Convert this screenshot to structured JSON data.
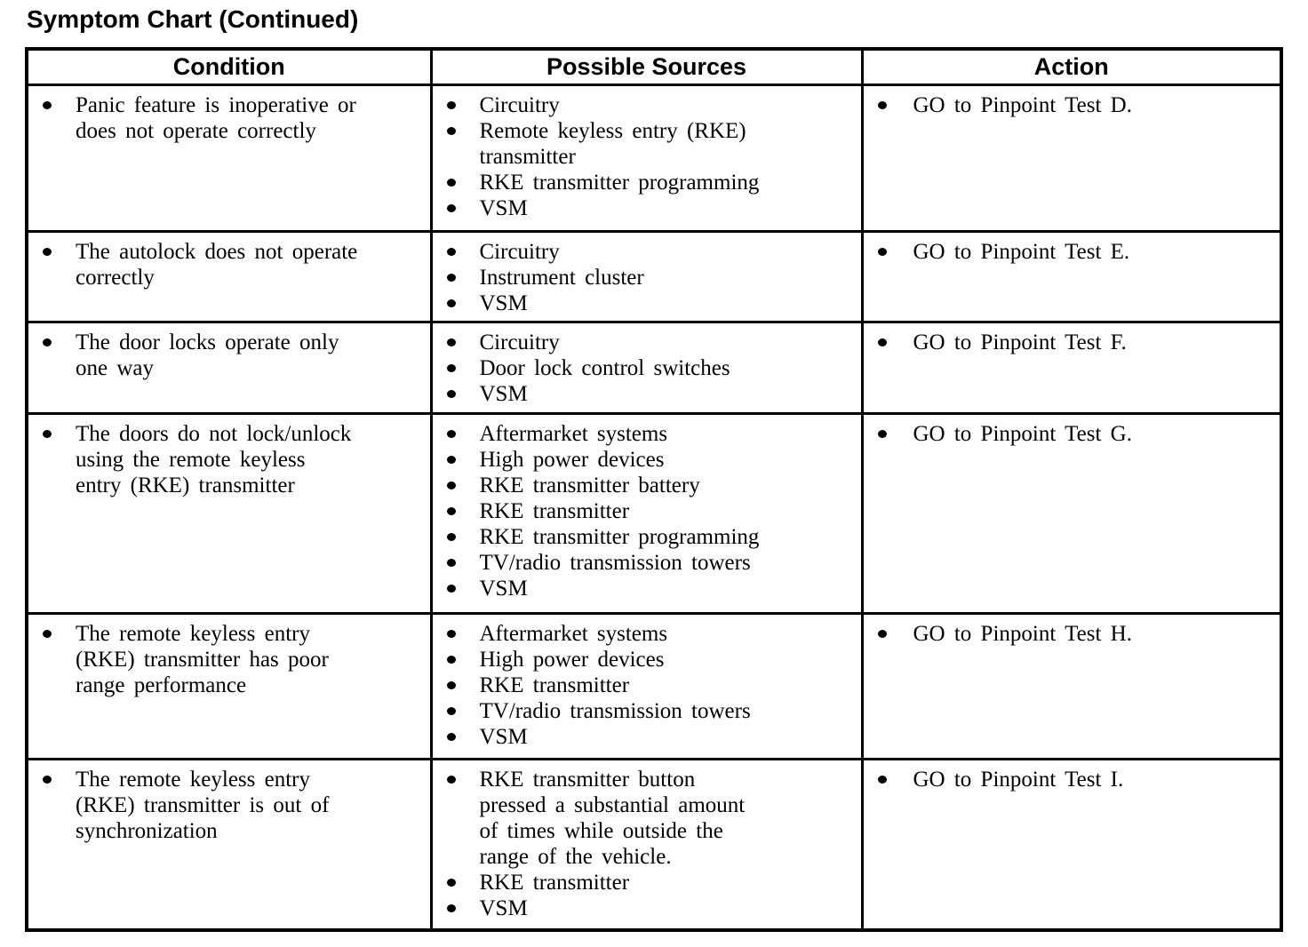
{
  "page": {
    "title": "Symptom Chart (Continued)"
  },
  "colors": {
    "text": "#000000",
    "background": "#ffffff",
    "table_border": "#000000"
  },
  "icons": {
    "bullet": "filled-circle"
  },
  "table": {
    "headers": [
      "Condition",
      "Possible Sources",
      "Action"
    ],
    "rows": [
      {
        "condition": [
          "Panic feature is inoperative or\ndoes not operate correctly"
        ],
        "sources": [
          "Circuitry",
          "Remote keyless entry (RKE)\ntransmitter",
          "RKE transmitter programming",
          "VSM"
        ],
        "action": [
          "GO to Pinpoint Test D."
        ]
      },
      {
        "condition": [
          "The autolock does not operate\ncorrectly"
        ],
        "sources": [
          "Circuitry",
          "Instrument cluster",
          "VSM"
        ],
        "action": [
          "GO to Pinpoint Test E."
        ]
      },
      {
        "condition": [
          "The door locks operate only\none way"
        ],
        "sources": [
          "Circuitry",
          "Door lock control switches",
          "VSM"
        ],
        "action": [
          "GO to Pinpoint Test F."
        ]
      },
      {
        "condition": [
          "The doors do not lock/unlock\nusing the remote keyless\nentry (RKE) transmitter"
        ],
        "sources": [
          "Aftermarket systems",
          "High power devices",
          "RKE transmitter battery",
          "RKE transmitter",
          "RKE transmitter programming",
          "TV/radio transmission towers",
          "VSM"
        ],
        "action": [
          "GO to Pinpoint Test G."
        ]
      },
      {
        "condition": [
          "The remote keyless entry\n(RKE) transmitter has poor\nrange performance"
        ],
        "sources": [
          "Aftermarket systems",
          "High power devices",
          "RKE transmitter",
          "TV/radio transmission towers",
          "VSM"
        ],
        "action": [
          "GO to Pinpoint Test H."
        ]
      },
      {
        "condition": [
          "The remote keyless entry\n(RKE) transmitter is out of\nsynchronization"
        ],
        "sources": [
          "RKE transmitter button\npressed a substantial amount\nof times while outside the\nrange of the vehicle.",
          "RKE transmitter",
          "VSM"
        ],
        "action": [
          "GO to Pinpoint Test I."
        ]
      }
    ]
  }
}
